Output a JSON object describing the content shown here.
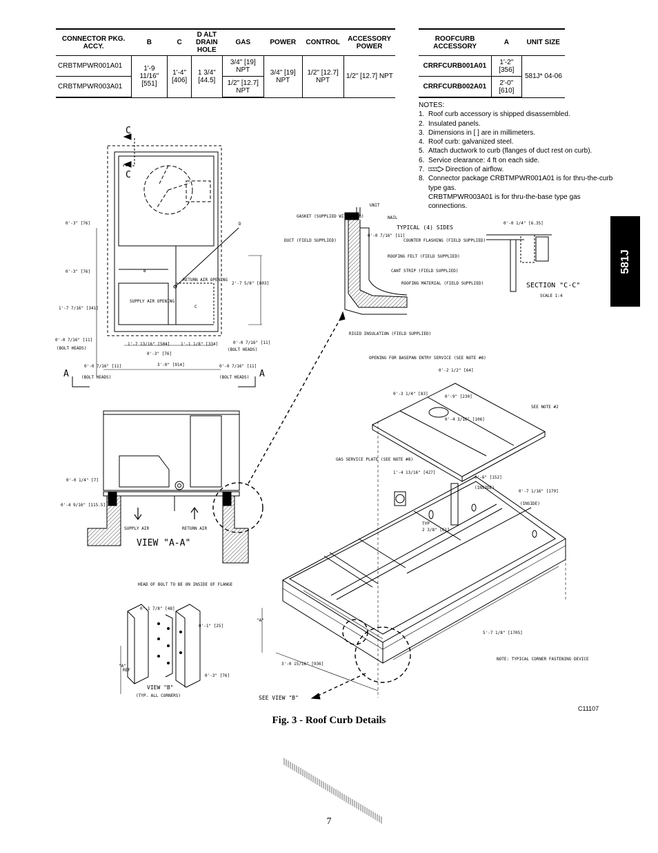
{
  "table1": {
    "headers": [
      "CONNECTOR PKG. ACCY.",
      "B",
      "C",
      "D ALT DRAIN HOLE",
      "GAS",
      "POWER",
      "CONTROL",
      "ACCESSORY POWER"
    ],
    "rows": [
      {
        "pkg": "CRBTMPWR001A01",
        "gas": "3/4\" [19] NPT"
      },
      {
        "pkg": "CRBTMPWR003A01",
        "gas": "1/2\" [12.7] NPT"
      }
    ],
    "shared": {
      "b": "1'-9 11/16\" [551]",
      "c": "1'-4\" [406]",
      "d": "1 3/4\" [44.5]",
      "power": "3/4\" [19] NPT",
      "control": "1/2\" [12.7] NPT",
      "accessory": "1/2\" [12.7] NPT"
    }
  },
  "table2": {
    "headers": [
      "ROOFCURB ACCESSORY",
      "A",
      "UNIT SIZE"
    ],
    "rows": [
      {
        "accessory": "CRRFCURB001A01",
        "a": "1'-2\" [356]"
      },
      {
        "accessory": "CRRFCURB002A01",
        "a": "2'-0\" [610]"
      }
    ],
    "unit_size": "581J* 04-06"
  },
  "notes": {
    "title": "NOTES:",
    "items": [
      "Roof curb accessory is shipped disassembled.",
      "Insulated panels.",
      "Dimensions in [ ] are in millimeters.",
      "Roof curb: galvanized steel.",
      "Attach ductwork to curb (flanges of duct rest on curb).",
      "Service clearance: 4 ft on each side.",
      "Direction of airflow.",
      "Connector package CRBTMPWR001A01 is for thru-the-curb type gas."
    ],
    "item8_cont": "CRBTMPWR003A01 is for thru-the-base type gas connections."
  },
  "side_tab": "581J",
  "figure": {
    "caption": "Fig. 3 - Roof Curb Details",
    "code": "C11107",
    "labels": {
      "section_c": "C",
      "view_a": "VIEW \"A-A\"",
      "view_b": "VIEW \"B\"",
      "view_b_sub": "(TYP. ALL CORNERS)",
      "section_cc": "SECTION \"C-C\"",
      "scale": "SCALE 1:4",
      "supply_air": "SUPPLY AIR",
      "return_air": "RETURN AIR",
      "supply_air_opening": "SUPPLY AIR OPENING",
      "return_air_opening": "RETURN AIR OPENING",
      "unit": "UNIT",
      "gasket": "GASKET (SUPPLIED WITH CURB)",
      "nail": "NAIL",
      "typical_sides": "TYPICAL (4) SIDES",
      "duct": "DUCT (FIELD SUPPLIED)",
      "counter_flashing": "COUNTER FLASHING (FIELD SUPPLIED)",
      "roofing_felt": "ROOFING FELT (FIELD SUPPLIED)",
      "cant_strip": "CANT STRIP (FIELD SUPPLIED)",
      "roofing_material": "ROOFING MATERIAL (FIELD SUPPLIED)",
      "rigid_insulation": "RIGID INSULATION (FIELD SUPPLIED)",
      "baseplan_opening": "OPENING FOR BASEPAN ENTRY SERVICE (SEE NOTE #8)",
      "gas_plate": "GAS SERVICE PLATE (SEE NOTE #8)",
      "see_note2": "SEE NOTE #2",
      "see_view_b": "SEE VIEW \"B\"",
      "corner_note": "NOTE: TYPICAL CORNER FASTENING DEVICE",
      "bolt_head": "HEAD OF BOLT TO BE ON INSIDE OF FLANGE",
      "bolt_heads": "(BOLT HEADS)",
      "inside": "(INSIDE)",
      "ref": "REF",
      "typ": "TYP",
      "letter_a": "A",
      "letter_b": "B",
      "letter_c": "C",
      "letter_d": "D",
      "quoted_a": "\"A\""
    },
    "dims": {
      "d_0_3_76": "0'-3\" [76]",
      "d_1_7_716": "1'-7 7/16\" [341]",
      "d_0_0_716": "0'-0 7/16\" [11]",
      "d_2_7_58": "2'-7 5/8\" [803]",
      "d_1_7_1316": "1'-7 13/16\" [504]",
      "d_1_1_18": "1'-1 1/8\" [334]",
      "d_3_0": "3'-0\" [914]",
      "d_0_0_14": "0'-0 1/4\" [7]",
      "d_0_4_916": "0'-4 9/16\" [115.5]",
      "d_0_0_716b": "0'-0 7/16\" [11]",
      "d_0_0_14cc": "0'-0 1/4\" [6.35]",
      "d_0_2_12": "0'-2 1/2\" [64]",
      "d_0_3_14": "0'-3 1/4\" [83]",
      "d_0_9": "0'-9\" [230]",
      "d_0_4_316": "0'-4 3/16\" [106]",
      "d_1_4_1316": "1'-4 13/16\" [427]",
      "d_0_6": "0'-6\" [152]",
      "d_0_7_116": "0'-7 1/16\" [179]",
      "d_2_3_8": "2 3/8\" [61]",
      "d_5_7_18": "5'-7 1/8\" [1705]",
      "d_3_0_1516": "3'-0 15/16\" [936]",
      "d_0_1_78": "0'-1 7/8\" [48]",
      "d_0_1": "0'-1\" [25]",
      "d_0_3b": "0'-3\" [76]"
    }
  }
}
